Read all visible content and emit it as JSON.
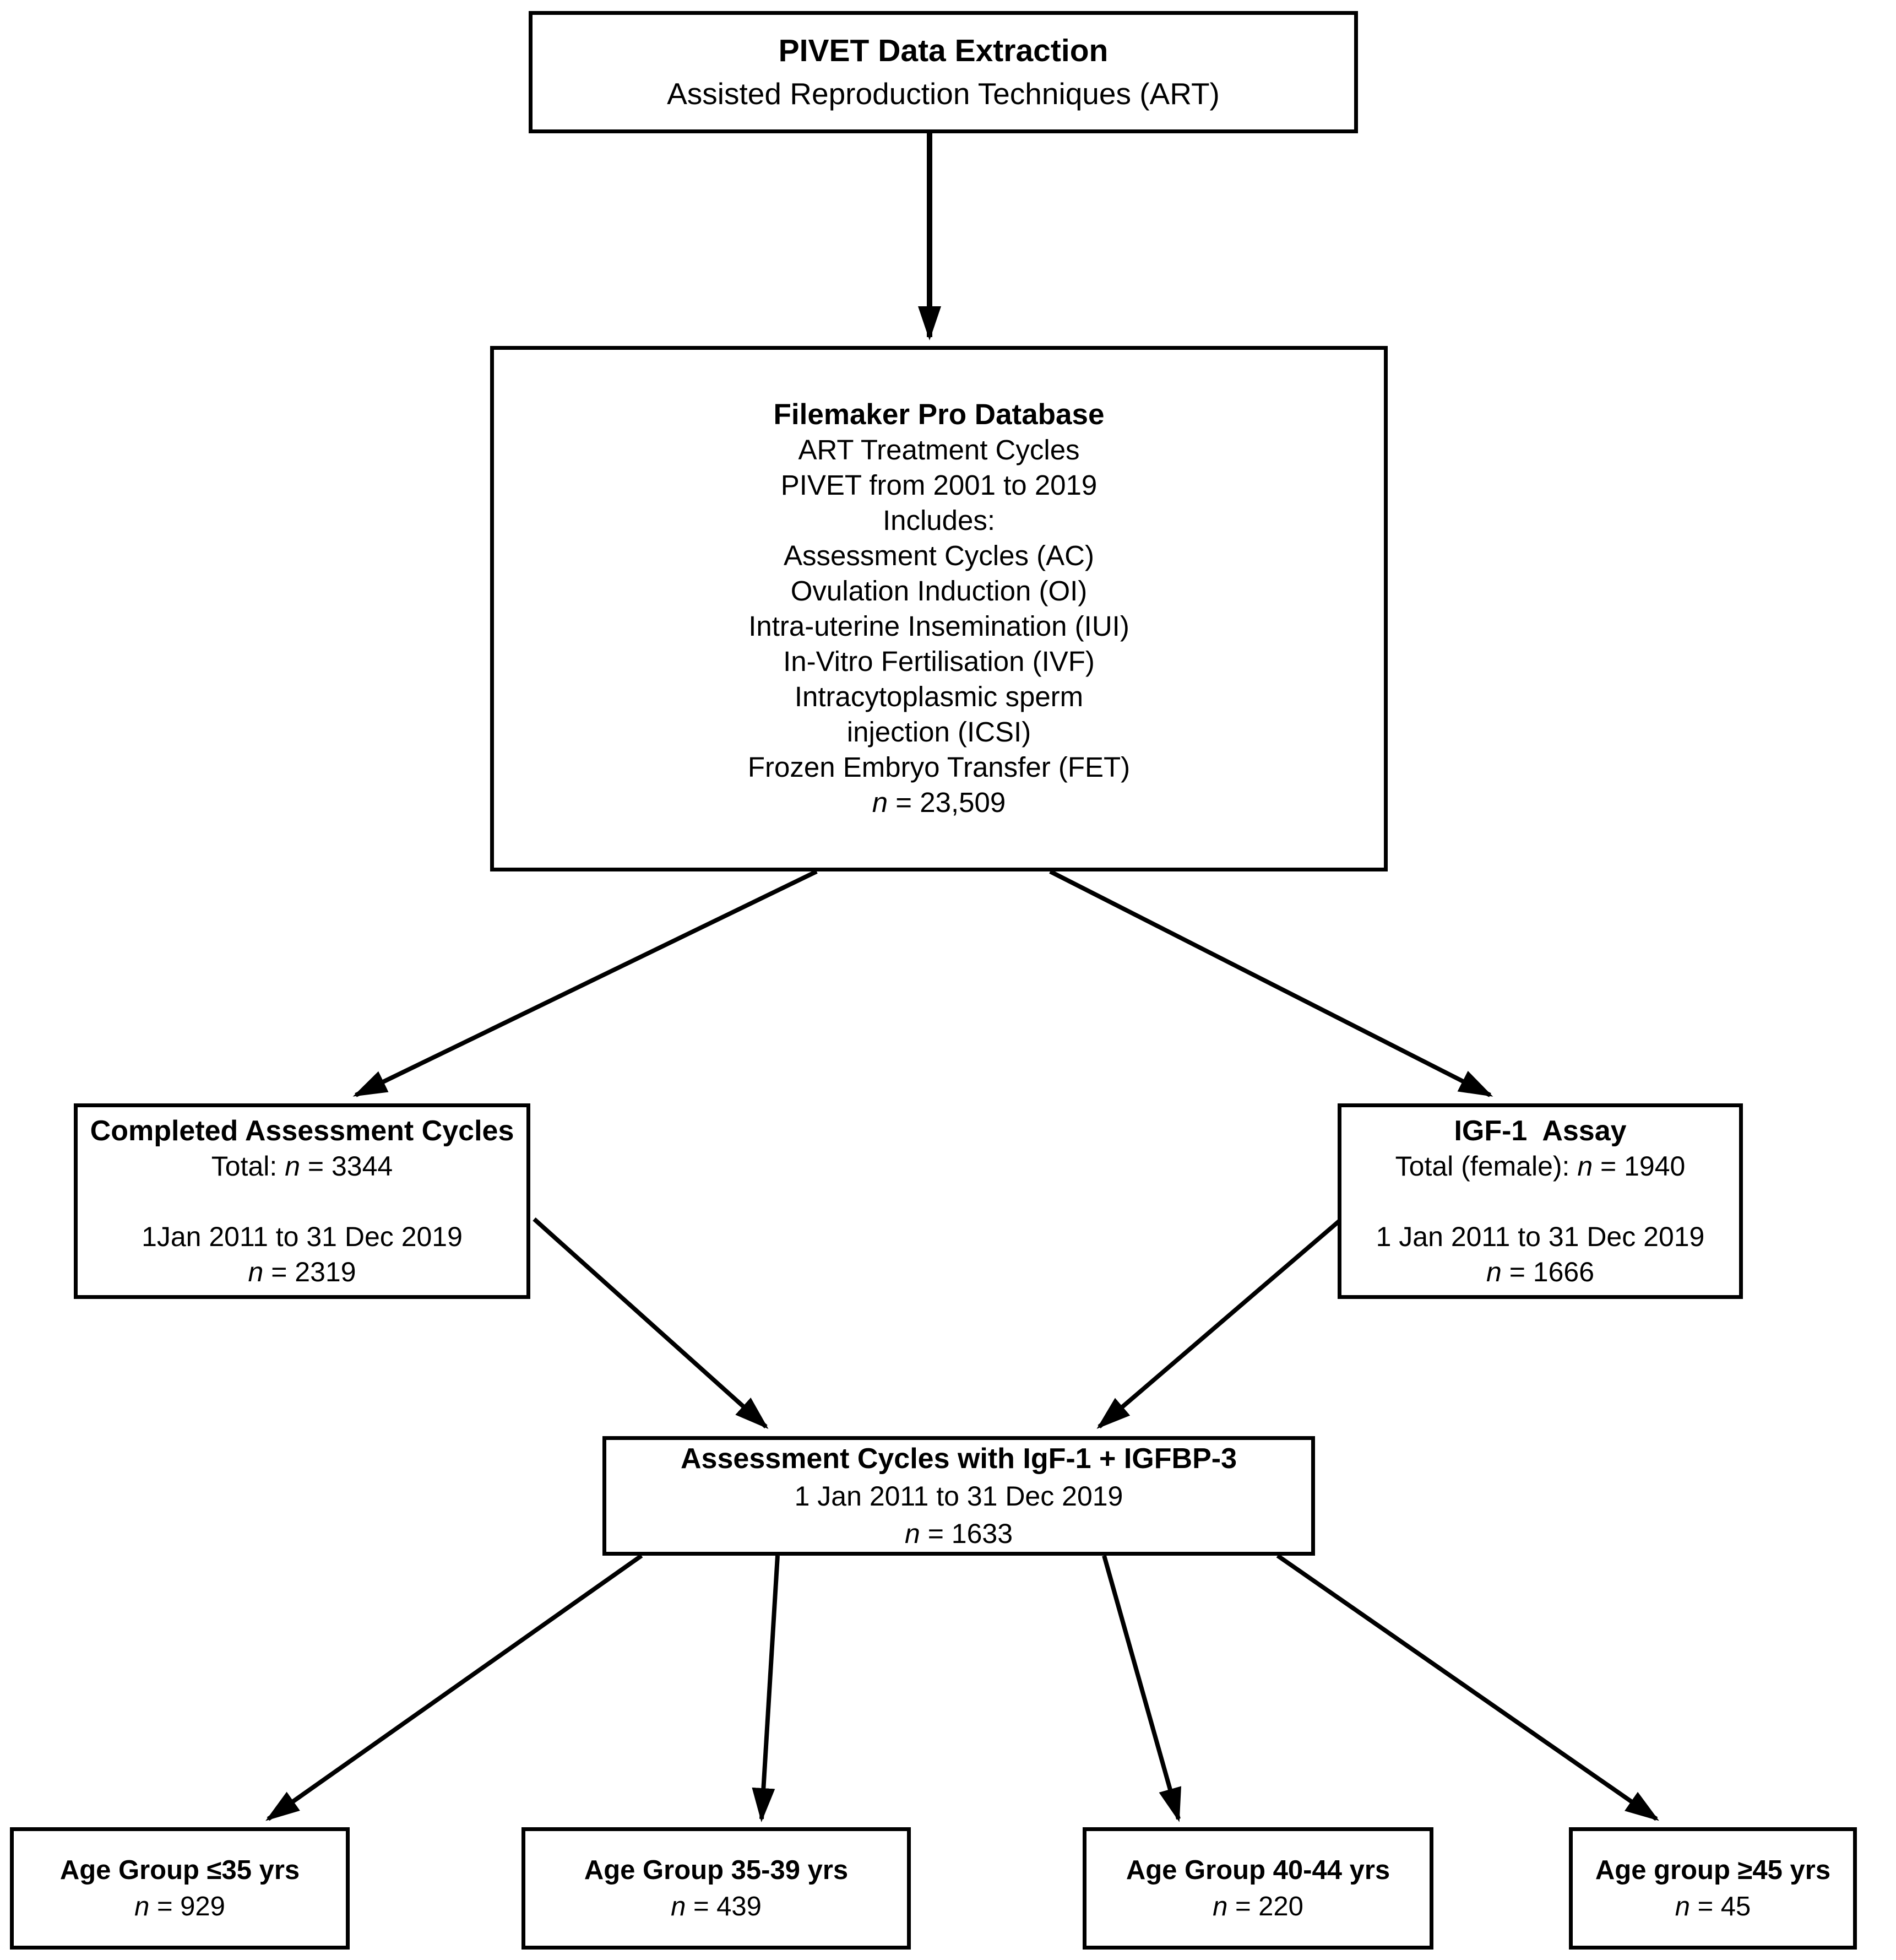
{
  "n_symbol": "n",
  "top_box": {
    "title": "PIVET Data Extraction",
    "subtitle": "Assisted Reproduction Techniques (ART)"
  },
  "database_box": {
    "title": "Filemaker Pro Database",
    "lines": [
      "ART Treatment Cycles",
      "PIVET from 2001 to 2019",
      "Includes:",
      "Assessment Cycles (AC)",
      "Ovulation Induction (OI)",
      "Intra-uterine Insemination (IUI)",
      "In-Vitro Fertilisation (IVF)",
      "Intracytoplasmic sperm",
      "injection (ICSI)",
      "Frozen Embryo Transfer (FET)"
    ],
    "n_value": " = 23,509"
  },
  "completed_box": {
    "title": "Completed Assessment Cycles",
    "total_prefix": "Total: ",
    "total_value": " = 3344",
    "date_range": "1Jan 2011 to 31 Dec 2019",
    "n_value": " = 2319"
  },
  "igf_box": {
    "title": "IGF-1  Assay",
    "total_prefix": "Total (female): ",
    "total_value": " = 1940",
    "date_range": "1 Jan 2011 to 31 Dec 2019",
    "n_value": " = 1666"
  },
  "assessment_box": {
    "title": "Assessment Cycles with IgF-1 + IGFBP-3",
    "date_range": "1 Jan 2011 to 31 Dec 2019",
    "n_value": " = 1633"
  },
  "age_groups": [
    {
      "label": "Age Group ≤35 yrs",
      "n_value": " = 929"
    },
    {
      "label": "Age Group 35-39 yrs",
      "n_value": " = 439"
    },
    {
      "label": "Age Group 40-44 yrs",
      "n_value": " = 220"
    },
    {
      "label": "Age group ≥45 yrs",
      "n_value": " = 45"
    }
  ]
}
